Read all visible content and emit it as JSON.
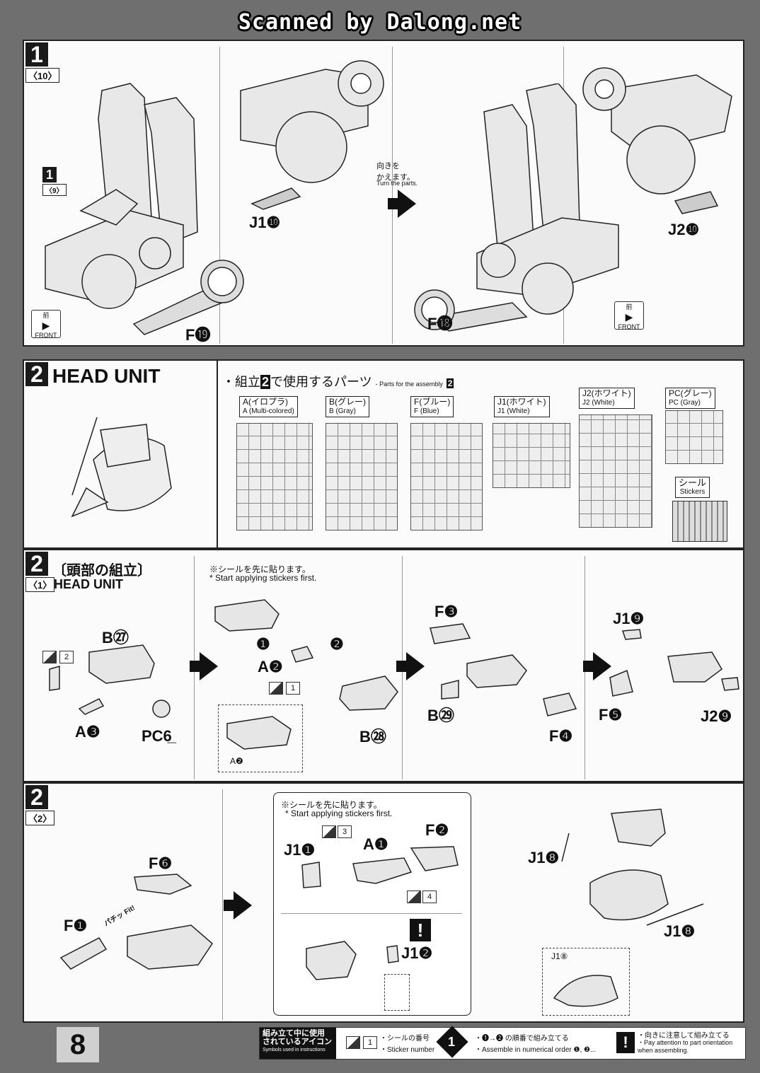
{
  "watermark": "Scanned by Dalong.net",
  "page_number": "8",
  "step1": {
    "number": "1",
    "substep": "〈10〉",
    "ref_number": "1",
    "ref_substep": "〈9〉",
    "parts": {
      "f19": "F⓳",
      "j1_10": "J1❿",
      "f18": "F⓲",
      "j2_10": "J2❿"
    },
    "turn_jp": "向きを\nかえます。",
    "turn_en": "Turn the parts.",
    "front_jp": "前",
    "front_en": "FRONT"
  },
  "step2_header": {
    "number": "2",
    "title": "HEAD UNIT",
    "parts_title_pre": "・組立",
    "parts_title_num": "2",
    "parts_title_post": "で使用するパーツ",
    "parts_title_en": "- Parts for the assembly",
    "runners": [
      {
        "jp": "A(イロプラ)",
        "en": "A (Multi-colored)"
      },
      {
        "jp": "B(グレー)",
        "en": "B (Gray)"
      },
      {
        "jp": "F(ブルー)",
        "en": "F (Blue)"
      },
      {
        "jp": "J1(ホワイト)",
        "en": "J1 (White)"
      },
      {
        "jp": "J2(ホワイト)",
        "en": "J2 (White)"
      },
      {
        "jp": "PC(グレー)",
        "en": "PC (Gray)"
      }
    ],
    "sticker_jp": "シール",
    "sticker_en": "Stickers"
  },
  "step2_1": {
    "number": "2",
    "substep": "〈1〉",
    "title_jp": "〔頭部の組立〕",
    "title_en": "HEAD UNIT",
    "note_jp": "※シールを先に貼ります。",
    "note_en": "* Start applying stickers first.",
    "parts": {
      "b27": "B㉗",
      "a3": "A❸",
      "pc6": "PC6̲",
      "a2": "A❷",
      "a2_small": "A❷",
      "b28": "B㉘",
      "f3": "F❸",
      "b29": "B㉙",
      "f4": "F❹",
      "j1_9": "J1❾",
      "f5": "F❺",
      "j2_9": "J2❾"
    },
    "stickers": [
      "2",
      "1"
    ],
    "order": [
      "❶",
      "❷"
    ]
  },
  "step2_2": {
    "number": "2",
    "substep": "〈2〉",
    "note_jp": "※シールを先に貼ります。",
    "note_en": "* Start applying stickers first.",
    "parts": {
      "f6": "F❻",
      "f1": "F❶",
      "j1_1": "J1❶",
      "a1": "A❶",
      "f2": "F❷",
      "j1_2": "J1❷",
      "j1_8a": "J1❽",
      "j1_8b": "J1❽",
      "j1_8c": "J1⑧"
    },
    "stickers": [
      "3",
      "4"
    ],
    "fit_text": "パチッ Fit!",
    "caution": "!"
  },
  "legend": {
    "title_jp": "組み立て中に使用\nされているアイコン",
    "title_en": "Symbols used in instructions",
    "sticker_jp": "・シールの番号",
    "sticker_en": "・Sticker number",
    "sticker_num": "1",
    "order_jp": "・❶→❷ の順番で組み立てる",
    "order_en": "・Assemble in numerical order ❶, ❷...",
    "order_num": "1",
    "caution_jp": "・向きに注意して組み立てる",
    "caution_en": "・Pay attention to part orientation\nwhen assembling.",
    "caution_icon": "!"
  }
}
